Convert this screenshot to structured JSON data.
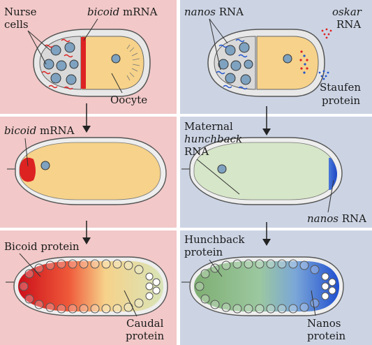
{
  "panels": {
    "left_top": {
      "nurse_cells": [
        "Nurse",
        "cells"
      ],
      "bicoid_gene": "bicoid",
      "mrna_suffix": " mRNA",
      "oocyte": "Oocyte"
    },
    "left_middle": {
      "bicoid_gene": "bicoid",
      "mrna_suffix": " mRNA"
    },
    "left_bottom": {
      "bicoid_protein": "Bicoid protein",
      "caudal": [
        "Caudal",
        "protein"
      ]
    },
    "right_top": {
      "nanos_gene": "nanos",
      "rna_suffix": " RNA",
      "oskar_gene": "oskar",
      "oskar_rna": "RNA",
      "staufen": [
        "Staufen",
        "protein"
      ]
    },
    "right_middle": {
      "maternal": "Maternal",
      "hunchback_gene": "hunchback",
      "rna": "RNA",
      "nanos_gene": "nanos",
      "rna_suffix": " RNA"
    },
    "right_bottom": {
      "hunchback_protein": [
        "Hunchback",
        "protein"
      ],
      "nanos_protein": [
        "Nanos",
        "protein"
      ]
    }
  },
  "colors": {
    "left_bg": "#f2c8c8",
    "right_bg": "#ccd4e4",
    "egg_yolk": "#f6d28a",
    "bicoid_red": "#dd2222",
    "nanos_blue": "#2255cc",
    "hunchback_green": "#9cc08c",
    "nucleus_blue": "#7ea2c0",
    "egg_outline": "#555555",
    "eggshell": "#e4e4e4"
  },
  "icons": [
    "down-arrow-icon"
  ]
}
